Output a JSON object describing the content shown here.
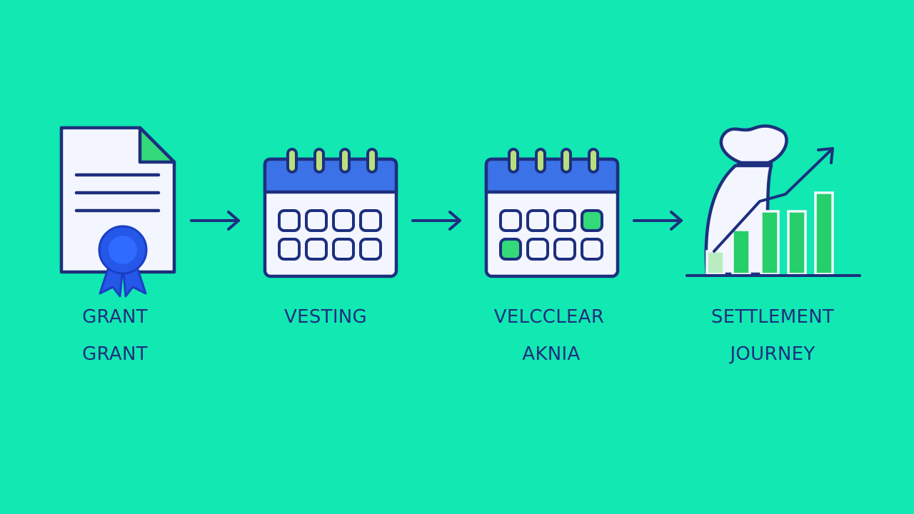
{
  "colors": {
    "background": "#11e8b2",
    "navy": "#1d2f7e",
    "paper": "#f4f6ff",
    "doc_fold": "#34d979",
    "seal": "#2557e8",
    "seal_dark": "#1a3fc4",
    "calendar_header": "#3b72e8",
    "ring": "#b8e07c",
    "highlight": "#34d979",
    "bar_green": "#26cf6a",
    "bar_light": "#b9ecc1"
  },
  "steps": [
    {
      "icon": "document-seal-icon",
      "lines": [
        "GRANT",
        "GRANT"
      ]
    },
    {
      "icon": "calendar-icon",
      "lines": [
        "VESTING"
      ]
    },
    {
      "icon": "calendar-check-icon",
      "lines": [
        "VELCCLEAR",
        "AKNIA"
      ]
    },
    {
      "icon": "money-bag-growth-chart-icon",
      "lines": [
        "SETTLEMENT",
        "JOURNEY"
      ]
    }
  ]
}
